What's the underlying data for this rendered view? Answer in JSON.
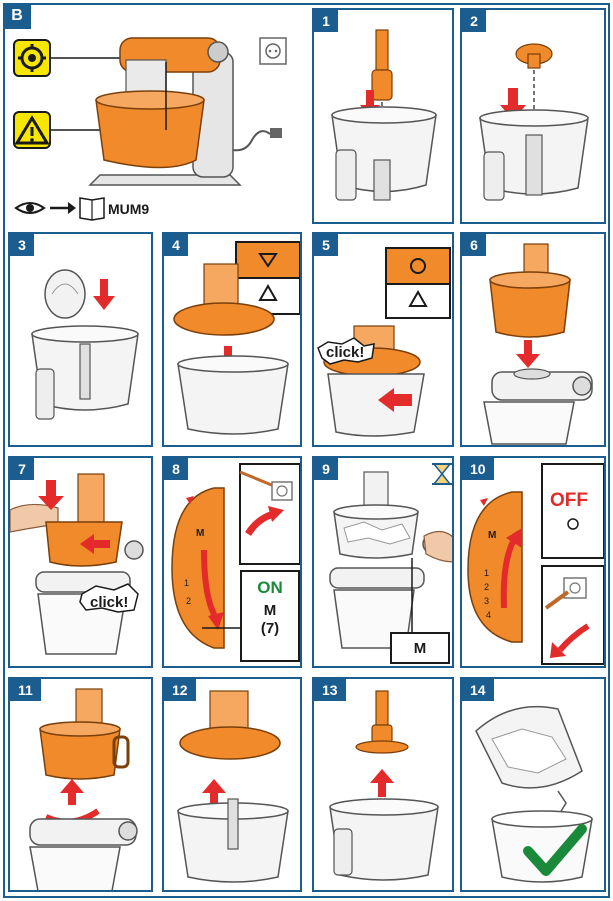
{
  "section": "B",
  "overview": {
    "model": "MUM9"
  },
  "steps": [
    {
      "n": "1"
    },
    {
      "n": "2"
    },
    {
      "n": "3"
    },
    {
      "n": "4"
    },
    {
      "n": "5"
    },
    {
      "n": "6"
    },
    {
      "n": "7",
      "callout": "click!"
    },
    {
      "n": "8",
      "on": "ON",
      "mode": "M",
      "speed": "(7)"
    },
    {
      "n": "9",
      "mode": "M"
    },
    {
      "n": "10",
      "off": "OFF"
    },
    {
      "n": "11"
    },
    {
      "n": "12"
    },
    {
      "n": "13"
    },
    {
      "n": "14"
    }
  ],
  "step5_callout": "click!",
  "dial_marks": [
    "M",
    "1",
    "2"
  ],
  "dial_marks_10": [
    "M",
    "1",
    "2",
    "3",
    "4"
  ],
  "colors": {
    "accent": "#f08a2a",
    "frame": "#1b5d8f",
    "arrow": "#e32b2b",
    "ok": "#1a8a3a",
    "warn": "#f7e600"
  },
  "icons": [
    "gear-icon",
    "warning-icon",
    "eye-icon",
    "book-icon",
    "socket-icon",
    "hourglass-icon",
    "checkmark-icon",
    "unlock-icon",
    "lock-icon"
  ]
}
